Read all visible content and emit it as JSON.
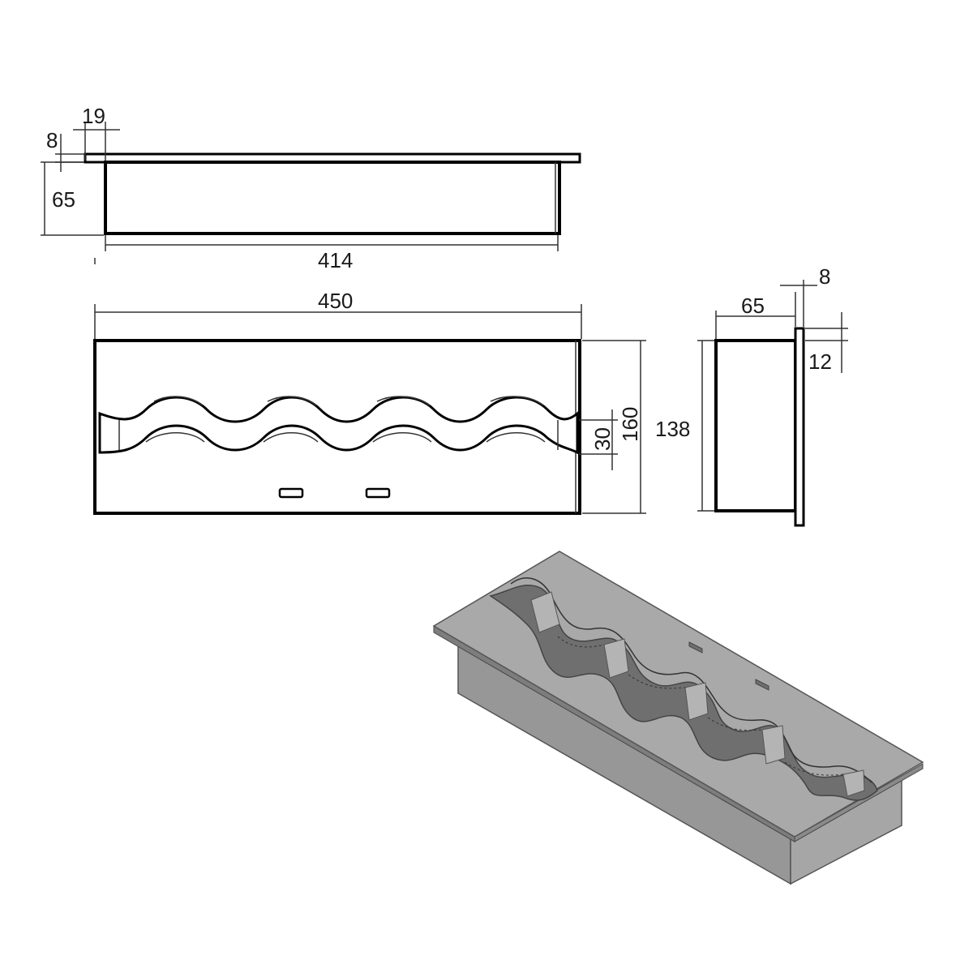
{
  "top_view": {
    "dims": {
      "flange_width": "19",
      "flange_thickness": "8",
      "depth": "65",
      "inner_length": "414"
    }
  },
  "front_view": {
    "dims": {
      "length": "450",
      "height": "160",
      "slot_gap": "30"
    }
  },
  "side_view": {
    "dims": {
      "depth": "65",
      "flange_thickness": "8",
      "flange_offset": "12",
      "body_height": "138"
    }
  },
  "colors": {
    "line": "#000000",
    "iso_top": "#a9a9a9",
    "iso_front": "#959595",
    "iso_side": "#a3a3a3",
    "iso_dark": "#6f6f6f"
  }
}
